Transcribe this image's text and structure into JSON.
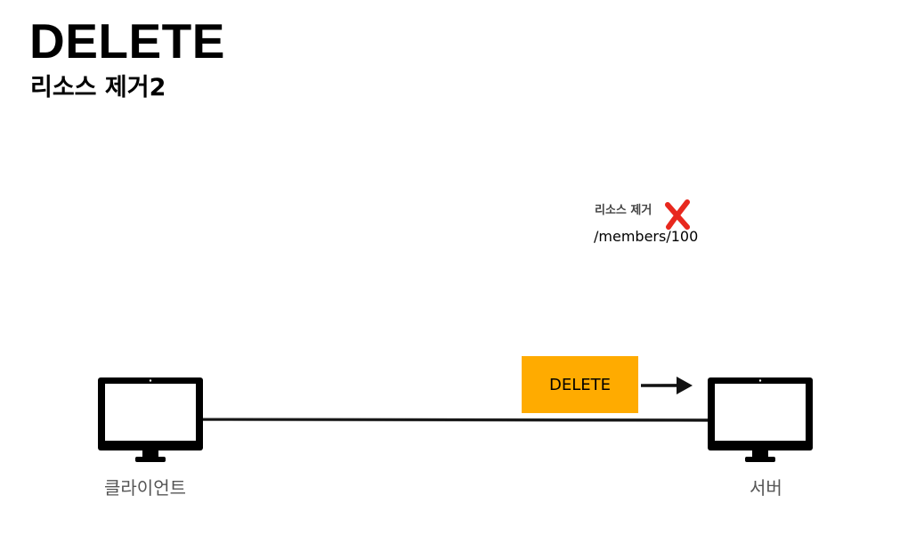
{
  "slide": {
    "title": "DELETE",
    "subtitle": "리소스 제거2"
  },
  "annotation": {
    "label": "리소스 제거",
    "path": "/members/100",
    "mark_icon": "cross-mark-icon",
    "mark_color": "#E8281E"
  },
  "request": {
    "method": "DELETE",
    "box_color": "#FFAB00"
  },
  "nodes": {
    "client": {
      "label": "클라이언트",
      "icon": "monitor-icon"
    },
    "server": {
      "label": "서버",
      "icon": "monitor-icon"
    }
  }
}
